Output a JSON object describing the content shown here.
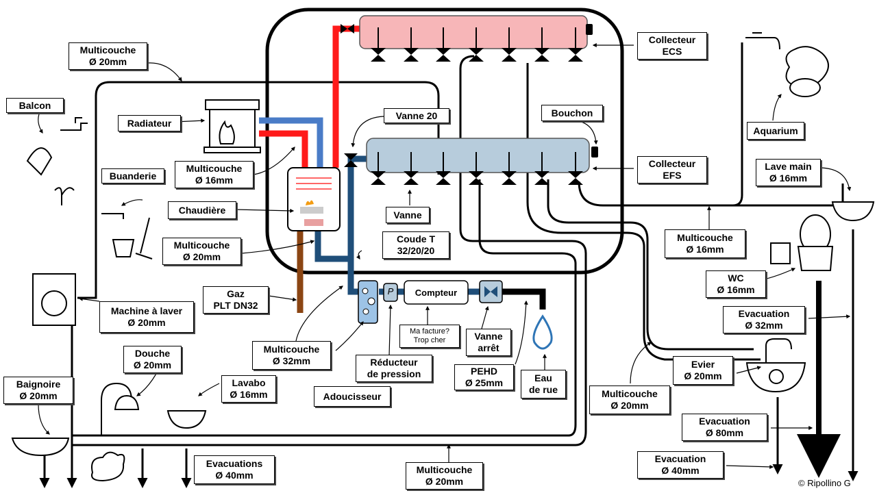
{
  "labels": {
    "balcon": "Balcon",
    "multicouche_top_l1": "Multicouche",
    "multicouche_top_l2": "Ø 20mm",
    "radiateur": "Radiateur",
    "buanderie": "Buanderie",
    "multicouche16_l1": "Multicouche",
    "multicouche16_l2": "Ø 16mm",
    "chaudiere": "Chaudière",
    "multicouche20b_l1": "Multicouche",
    "multicouche20b_l2": "Ø 20mm",
    "gaz_l1": "Gaz",
    "gaz_l2": "PLT DN32",
    "machine_l1": "Machine à laver",
    "machine_l2": "Ø 20mm",
    "multicouche32_l1": "Multicouche",
    "multicouche32_l2": "Ø 32mm",
    "douche_l1": "Douche",
    "douche_l2": "Ø 20mm",
    "baignoire_l1": "Baignoire",
    "baignoire_l2": "Ø 20mm",
    "lavabo_l1": "Lavabo",
    "lavabo_l2": "Ø 16mm",
    "evac40_l1": "Evacuations",
    "evac40_l2": "Ø 40mm",
    "vanne20": "Vanne 20",
    "vanne": "Vanne",
    "coude_l1": "Coude T",
    "coude_l2": "32/20/20",
    "compteur": "Compteur",
    "facture_l1": "Ma facture?",
    "facture_l2": "Trop cher",
    "vanne_arret_l1": "Vanne",
    "vanne_arret_l2": "arrêt",
    "reducteur_l1": "Réducteur",
    "reducteur_l2": "de pression",
    "pehd_l1": "PEHD",
    "pehd_l2": "Ø 25mm",
    "eau_l1": "Eau",
    "eau_l2": "de rue",
    "adoucisseur": "Adoucisseur",
    "multicouche_bottom_l1": "Multicouche",
    "multicouche_bottom_l2": "Ø 20mm",
    "bouchon": "Bouchon",
    "coll_ecs_l1": "Collecteur",
    "coll_ecs_l2": "ECS",
    "coll_efs_l1": "Collecteur",
    "coll_efs_l2": "EFS",
    "aquarium": "Aquarium",
    "lavemain_l1": "Lave main",
    "lavemain_l2": "Ø 16mm",
    "multicouche16r_l1": "Multicouche",
    "multicouche16r_l2": "Ø 16mm",
    "wc_l1": "WC",
    "wc_l2": "Ø 16mm",
    "evac32_l1": "Evacuation",
    "evac32_l2": "Ø 32mm",
    "evier_l1": "Evier",
    "evier_l2": "Ø 20mm",
    "multicouche20r_l1": "Multicouche",
    "multicouche20r_l2": "Ø 20mm",
    "evac80_l1": "Evacuation",
    "evac80_l2": "Ø 80mm",
    "evac40r_l1": "Evacuation",
    "evac40r_l2": "Ø 40mm",
    "p_symbol": "P",
    "credit": "©  Ripollino G"
  },
  "colors": {
    "hot": "#ff1a1a",
    "cold_blue": "#4a7cc7",
    "dark_blue": "#1f4e79",
    "gas": "#8b4513",
    "ecs_fill": "#f7b6b8",
    "efs_fill": "#b7ccdc",
    "softener": "#9dc3e6"
  }
}
